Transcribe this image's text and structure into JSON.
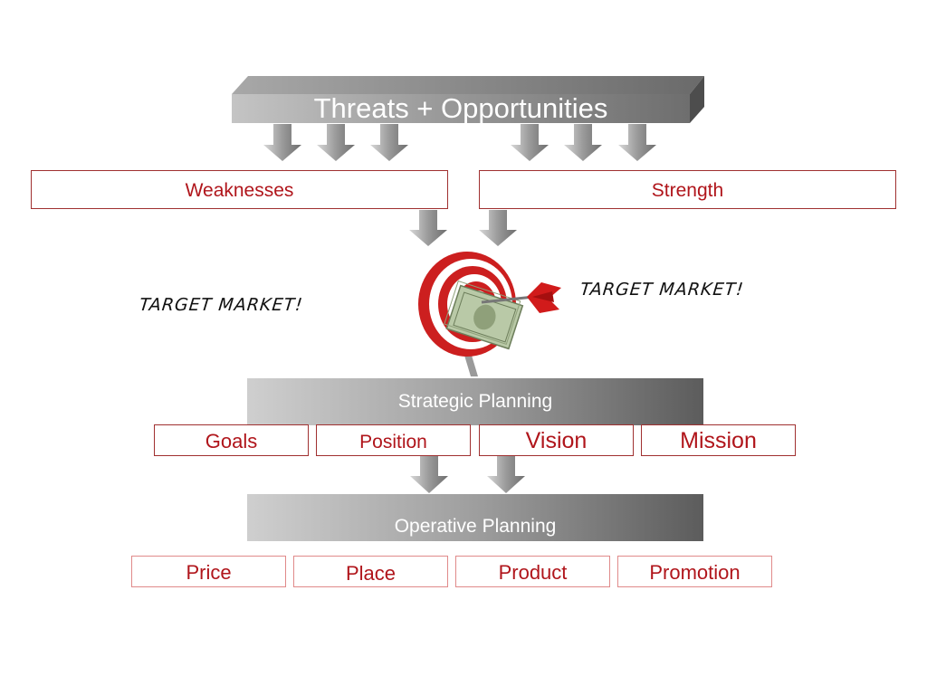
{
  "top_banner": {
    "label": "Threats + Opportunities"
  },
  "swot": {
    "weaknesses": "Weaknesses",
    "strength": "Strength"
  },
  "target": {
    "left_label": "TARGET MARKET!",
    "right_label": "TARGET MARKET!"
  },
  "strategic": {
    "title": "Strategic Planning",
    "items": [
      "Goals",
      "Position",
      "Vision",
      "Mission"
    ]
  },
  "operative": {
    "title": "Operative Planning",
    "items": [
      "Price",
      "Place",
      "Product",
      "Promotion"
    ]
  },
  "colors": {
    "accent_red": "#b0151b",
    "box_border": "#a03030",
    "gray_dark": "#5c5c5c"
  }
}
